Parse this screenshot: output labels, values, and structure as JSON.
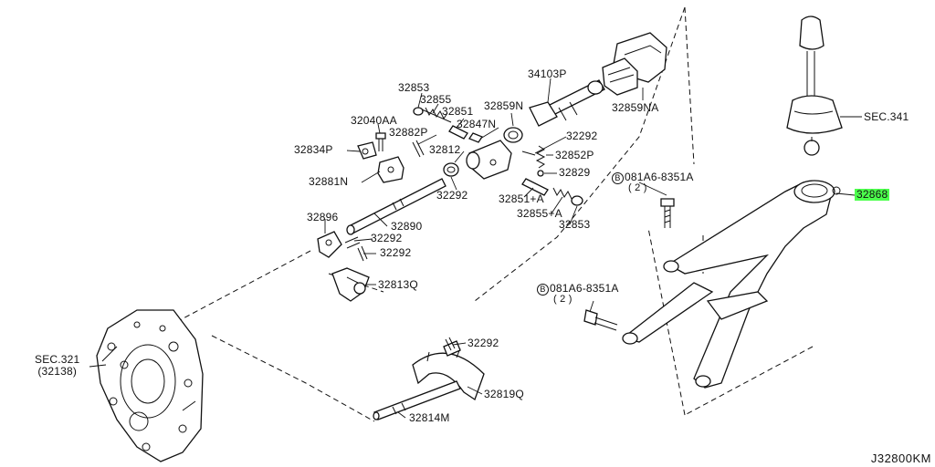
{
  "diagram": {
    "code": "J32800KM",
    "labels": {
      "p32853_top": "32853",
      "p32855_top": "32855",
      "p32851_top": "32851",
      "p32040AA": "32040AA",
      "p32847N": "32847N",
      "p32859N": "32859N",
      "p34103P": "34103P",
      "p32859NA": "32859NA",
      "p32882P": "32882P",
      "p32834P": "32834P",
      "p32812": "32812",
      "p32292_a": "32292",
      "p32852P": "32852P",
      "p32829": "32829",
      "p32881N": "32881N",
      "p32292_b": "32292",
      "p32851A": "32851+A",
      "p32855A": "32855+A",
      "p32853_bot": "32853",
      "p32896": "32896",
      "p32890": "32890",
      "p32292_c": "32292",
      "p32292_d": "32292",
      "p32813Q": "32813Q",
      "p32292_e": "32292",
      "p32819Q": "32819Q",
      "p32814M": "32814M",
      "sec341": "SEC.341",
      "p32868": "32868",
      "bolt1_letter": "B",
      "bolt1_code": "081A6-8351A",
      "bolt1_qty": "( 2 )",
      "bolt2_letter": "B",
      "bolt2_code": "081A6-8351A",
      "bolt2_qty": "( 2 )",
      "sec321": "SEC.321",
      "sec321_sub": "(32138)"
    },
    "highlight_color": "#4cff4c"
  }
}
